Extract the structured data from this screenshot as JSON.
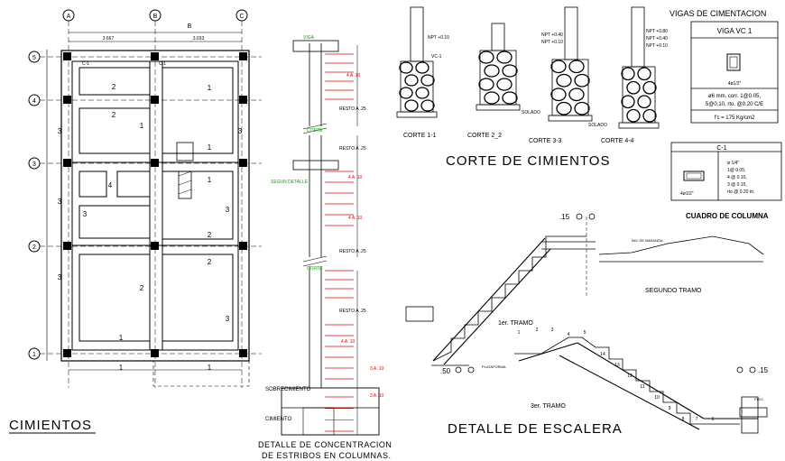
{
  "titles": {
    "cimientos": "CIMIENTOS",
    "corte_cimientos": "CORTE DE CIMIENTOS",
    "detalle_escalera": "DETALLE DE ESCALERA",
    "detalle_concentracion_1": "DETALLE DE CONCENTRACION",
    "detalle_concentracion_2": "DE ESTRIBOS EN COLUMNAS.",
    "vigas_cimentacion": "VIGAS DE CIMENTACION",
    "cuadro_columnas": "CUADRO  DE  COLUMNA",
    "segundo_tramo": "SEGUNDO TRAMO",
    "primer_tramo": "1er. TRAMO",
    "tercer_tramo": "3er. TRAMO"
  },
  "plan": {
    "col_axes": [
      "A",
      "B",
      "C"
    ],
    "row_axes": [
      "5",
      "4",
      "3",
      "2",
      "1"
    ],
    "dim_label": "B",
    "dims": [
      "3.667",
      "3.033"
    ],
    "column_tag": "C-1",
    "room_marks": [
      "2",
      "1",
      "2",
      "3",
      "1",
      "3",
      "1",
      "4",
      "1",
      "3",
      "3",
      "3",
      "2",
      "2",
      "2",
      "3",
      "1",
      "1",
      "1",
      "3"
    ]
  },
  "cortes": {
    "labels": [
      "CORTE 1-1",
      "CORTE 2_2",
      "CORTE 3-3",
      "CORTE 4-4"
    ],
    "npt_1": "NPT +0.10",
    "npt_2a": "NPT +0.40",
    "npt_2b": "NPT +0.10",
    "npt_4a": "NPT +0.80",
    "npt_4b": "NPT +0.40",
    "npt_4c": "NPT +0.10",
    "vc": "VC-1",
    "solado": "SOLADO"
  },
  "estribos": {
    "top_label": "VIGA",
    "mid_label": "CORTE",
    "resto1": "RESTO A .25",
    "resto2": "RESTO A .25",
    "resto3": "RESTO A .25",
    "resto4": "RESTO A .25",
    "sobrecimiento": "SOBRECIMIENTO",
    "cimiento": "CIMIENTO",
    "qty_labels": [
      "4 A .10",
      "4 A .10",
      "4 A .10",
      "4 A .10",
      "3 A .10",
      "3 A .10"
    ],
    "stair_note": "SEGUN DETALLE"
  },
  "viga_vc1": {
    "name": "VIGA VC 1",
    "bars": "4ø1/2\"",
    "stirrups_1": "ø6 mm. corr. 1@0.05,",
    "stirrups_2": "5@0.10, rto. @0.20 C/E",
    "fc": "f'c = 175 Kg/cm2"
  },
  "columna_c1": {
    "name": "C-1",
    "bars": "4ø1/2\"",
    "spec_1": "ø 1/4\"",
    "spec_2": "1@ 0.05,",
    "spec_3": "4 @ 0.10,",
    "spec_4": "3 @ 0.15,",
    "spec_5": "rto @ 0.20 m."
  },
  "escalera": {
    "dim_15a": ".15",
    "dim_15b": ".15",
    "dim_50": ".50",
    "platform": "PLATAFORMA",
    "piso": "PISO",
    "baranda": "NIV. DE BARANDA",
    "steps_1": [
      "1",
      "2",
      "3",
      "4",
      "5"
    ],
    "steps_3": [
      "14",
      "13",
      "12",
      "11",
      "10",
      "9",
      "8",
      "7",
      "6"
    ]
  }
}
